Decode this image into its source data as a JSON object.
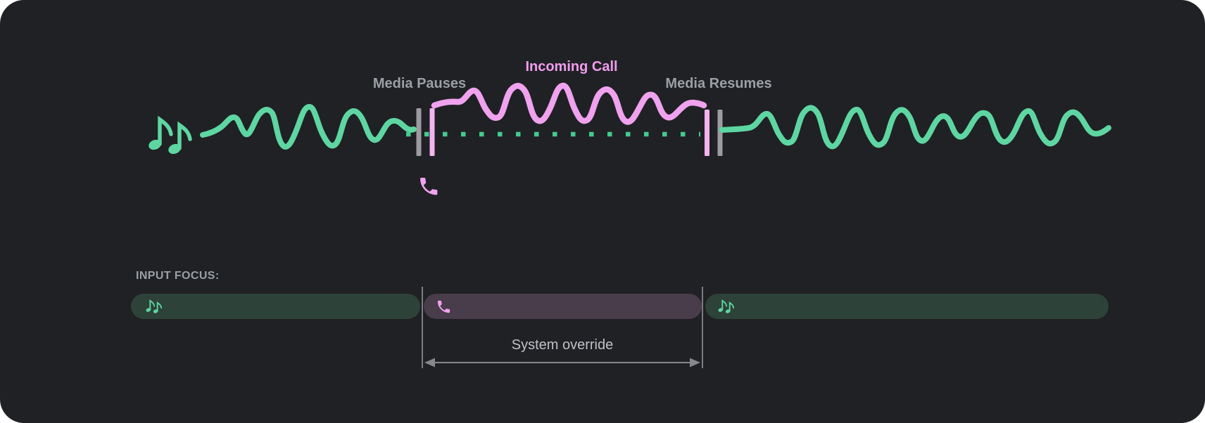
{
  "diagram": {
    "media_pauses": "Media Pauses",
    "incoming_call": "Incoming Call",
    "media_resumes": "Media Resumes"
  },
  "input_focus": {
    "label": "INPUT FOCUS:",
    "system_override": "System override",
    "segments": [
      {
        "name": "media-before-call",
        "icon": "music-notes-icon"
      },
      {
        "name": "incoming-call",
        "icon": "phone-icon"
      },
      {
        "name": "media-after-call",
        "icon": "music-notes-icon"
      }
    ]
  },
  "colors": {
    "card_bg": "#202124",
    "green": "#5ed6a2",
    "green_dot": "#43cb8e",
    "pink": "#f0a2ee",
    "pink_light": "#f3b4f1",
    "gray_bar": "#9c9ca0",
    "label_gray": "#9aa0a6",
    "override_gray": "#bdc1c6",
    "line_gray": "#85888c",
    "pill_green": "#2d4238",
    "pill_purple": "#493c4b"
  },
  "icons": {
    "music_notes": "music-notes-icon",
    "phone": "phone-icon"
  }
}
